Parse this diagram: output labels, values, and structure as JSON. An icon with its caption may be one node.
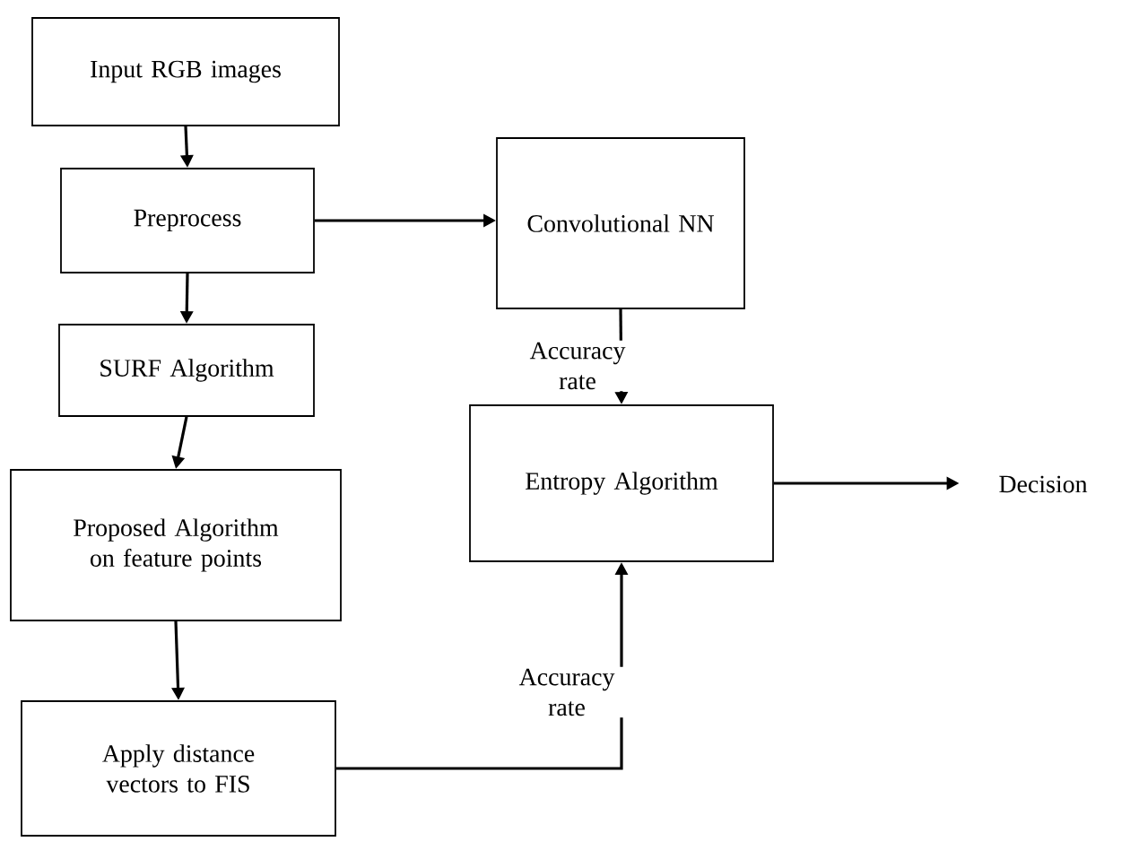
{
  "diagram": {
    "nodes": [
      {
        "text": [
          "Input RGB images"
        ]
      },
      {
        "text": [
          "Preprocess"
        ]
      },
      {
        "text": [
          "Convolutional NN"
        ]
      },
      {
        "text": [
          "SURF Algorithm"
        ]
      },
      {
        "text": [
          "Proposed Algorithm on feature points"
        ]
      },
      {
        "text": [
          "Entropy Algorithm"
        ]
      },
      {
        "text": [
          "Decision"
        ]
      },
      {
        "text": [
          "Apply distance vectors to FIS"
        ]
      }
    ],
    "edges": [
      {
        "from": 0,
        "to": 1,
        "arrow": "to"
      },
      {
        "from": 1,
        "to": 2,
        "arrow": "to"
      },
      {
        "from": 1,
        "to": 3,
        "arrow": "to"
      },
      {
        "from": 3,
        "to": 4,
        "arrow": "to"
      },
      {
        "from": 4,
        "to": 7,
        "arrow": "to"
      },
      {
        "from": 2,
        "to": 5,
        "arrow": "to",
        "label": "Accuracy rate"
      },
      {
        "from": 7,
        "to": 5,
        "arrow": "to",
        "label": "Accuracy rate"
      },
      {
        "from": 5,
        "to": 6,
        "arrow": "to"
      }
    ]
  }
}
